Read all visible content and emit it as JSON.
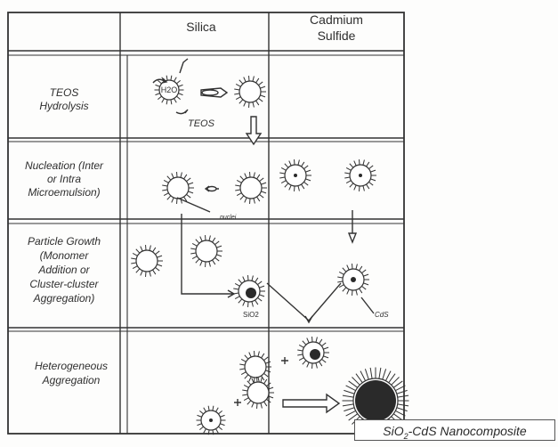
{
  "header": {
    "silica": "Silica",
    "cds_line1": "Cadmium",
    "cds_line2": "Sulfide"
  },
  "rows": [
    {
      "lines": [
        "TEOS",
        "Hydrolysis"
      ]
    },
    {
      "lines": [
        "Nucleation (Inter",
        "or Intra",
        "Microemulsion)"
      ]
    },
    {
      "lines": [
        "Particle Growth",
        "(Monomer",
        "Addition or",
        "Cluster-cluster",
        "Aggregation)"
      ]
    },
    {
      "lines": [
        "Heterogeneous",
        "Aggregation"
      ]
    }
  ],
  "annotations": {
    "h2o": "H2O",
    "teos": "TEOS",
    "nuclei": "nuclei",
    "sio2": "SiO2",
    "cds": "CdS"
  },
  "composite": {
    "prefix": "SiO",
    "sub": "2",
    "suffix": "-CdS Nanocomposite"
  }
}
